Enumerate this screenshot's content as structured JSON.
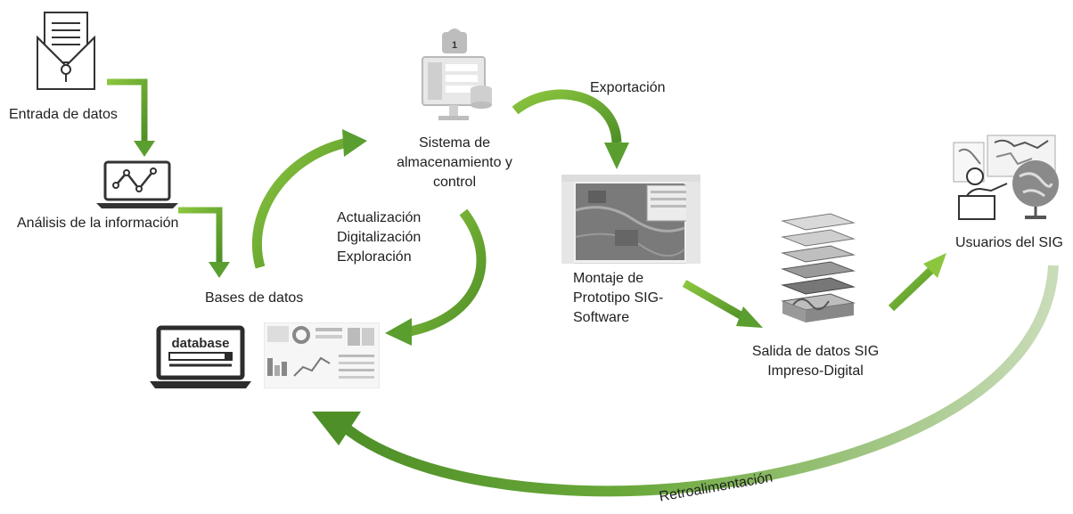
{
  "labels": {
    "entrada": "Entrada de datos",
    "analisis": "Análisis de la información",
    "bases": "Bases de datos",
    "sistema_1": "Sistema de",
    "sistema_2": "almacenamiento y",
    "sistema_3": "control",
    "exportacion": "Exportación",
    "actualizacion": "Actualización",
    "digitalizacion": "Digitalización",
    "exploracion": "Exploración",
    "montaje_1": "Montaje de",
    "montaje_2": "Prototipo SIG-",
    "montaje_3": "Software",
    "salida_1": "Salida de datos SIG",
    "salida_2": "Impreso-Digital",
    "usuarios": "Usuarios del SIG",
    "retro": "Retroalimentación",
    "database_word": "database",
    "lock_number": "1"
  },
  "colors": {
    "arrow_green": "#5a9e2f",
    "arrow_light": "#8cc63f",
    "icon_gray": "#444444"
  }
}
